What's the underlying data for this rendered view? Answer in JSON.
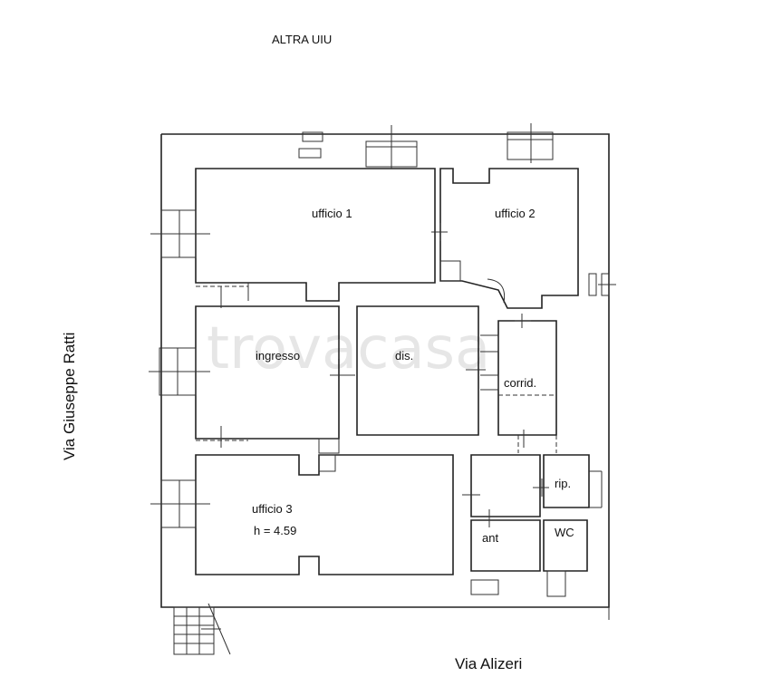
{
  "header": {
    "label": "ALTRA UIU"
  },
  "watermark": "trovacasa",
  "rooms": {
    "ufficio1": "ufficio 1",
    "ufficio2": "ufficio 2",
    "ingresso": "ingresso",
    "dis": "dis.",
    "corrid": "corrid.",
    "ufficio3": "ufficio 3",
    "height": "h = 4.59",
    "rip": "rip.",
    "wc": "WC",
    "ant": "ant"
  },
  "streets": {
    "left": "Via Giuseppe Ratti",
    "bottom": "Via Alizeri"
  }
}
